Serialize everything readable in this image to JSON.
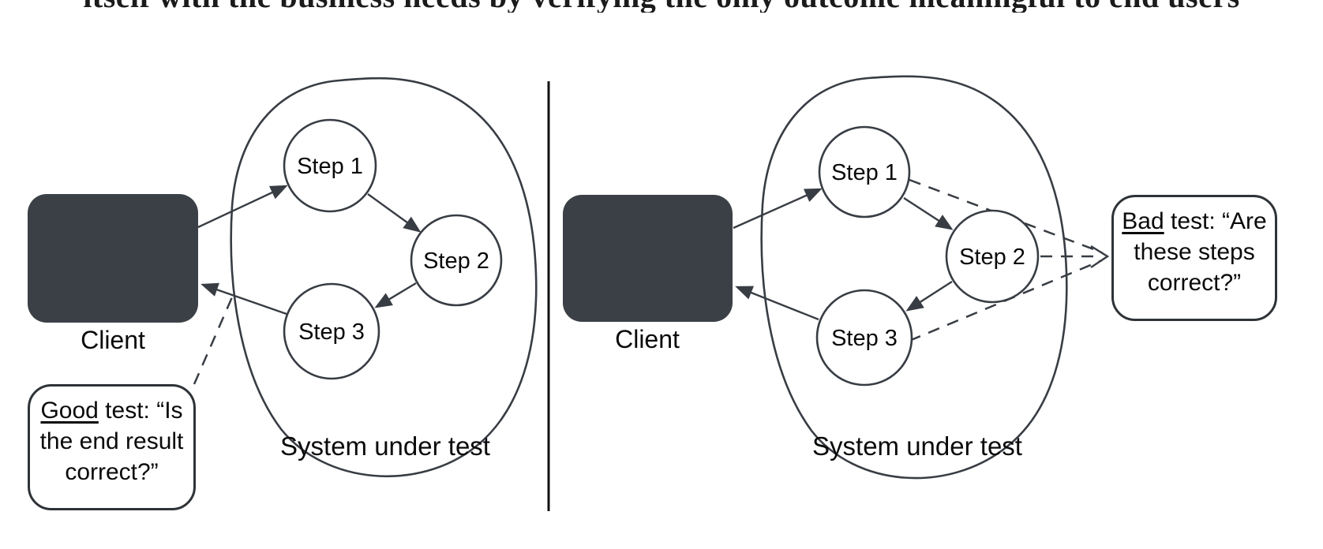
{
  "theme": {
    "background": "#ffffff",
    "stroke": "#383d44",
    "client_fill": "#3b4046",
    "text": "#0e0e0e"
  },
  "heading": {
    "clipped_text": "itself with the business needs by verifying the only outcome meaningful to end users"
  },
  "left": {
    "client_label": "Client",
    "system_label": "System under test",
    "steps": [
      "Step 1",
      "Step 2",
      "Step 3"
    ],
    "note": {
      "keyword": "Good",
      "after_keyword": " test: “Is",
      "line2": "the end result",
      "line3": "correct?”"
    }
  },
  "right": {
    "client_label": "Client",
    "system_label": "System under test",
    "steps": [
      "Step 1",
      "Step 2",
      "Step 3"
    ],
    "note": {
      "keyword": "Bad",
      "after_keyword": " test: “Are",
      "line2": "these steps",
      "line3": "correct?”"
    }
  }
}
